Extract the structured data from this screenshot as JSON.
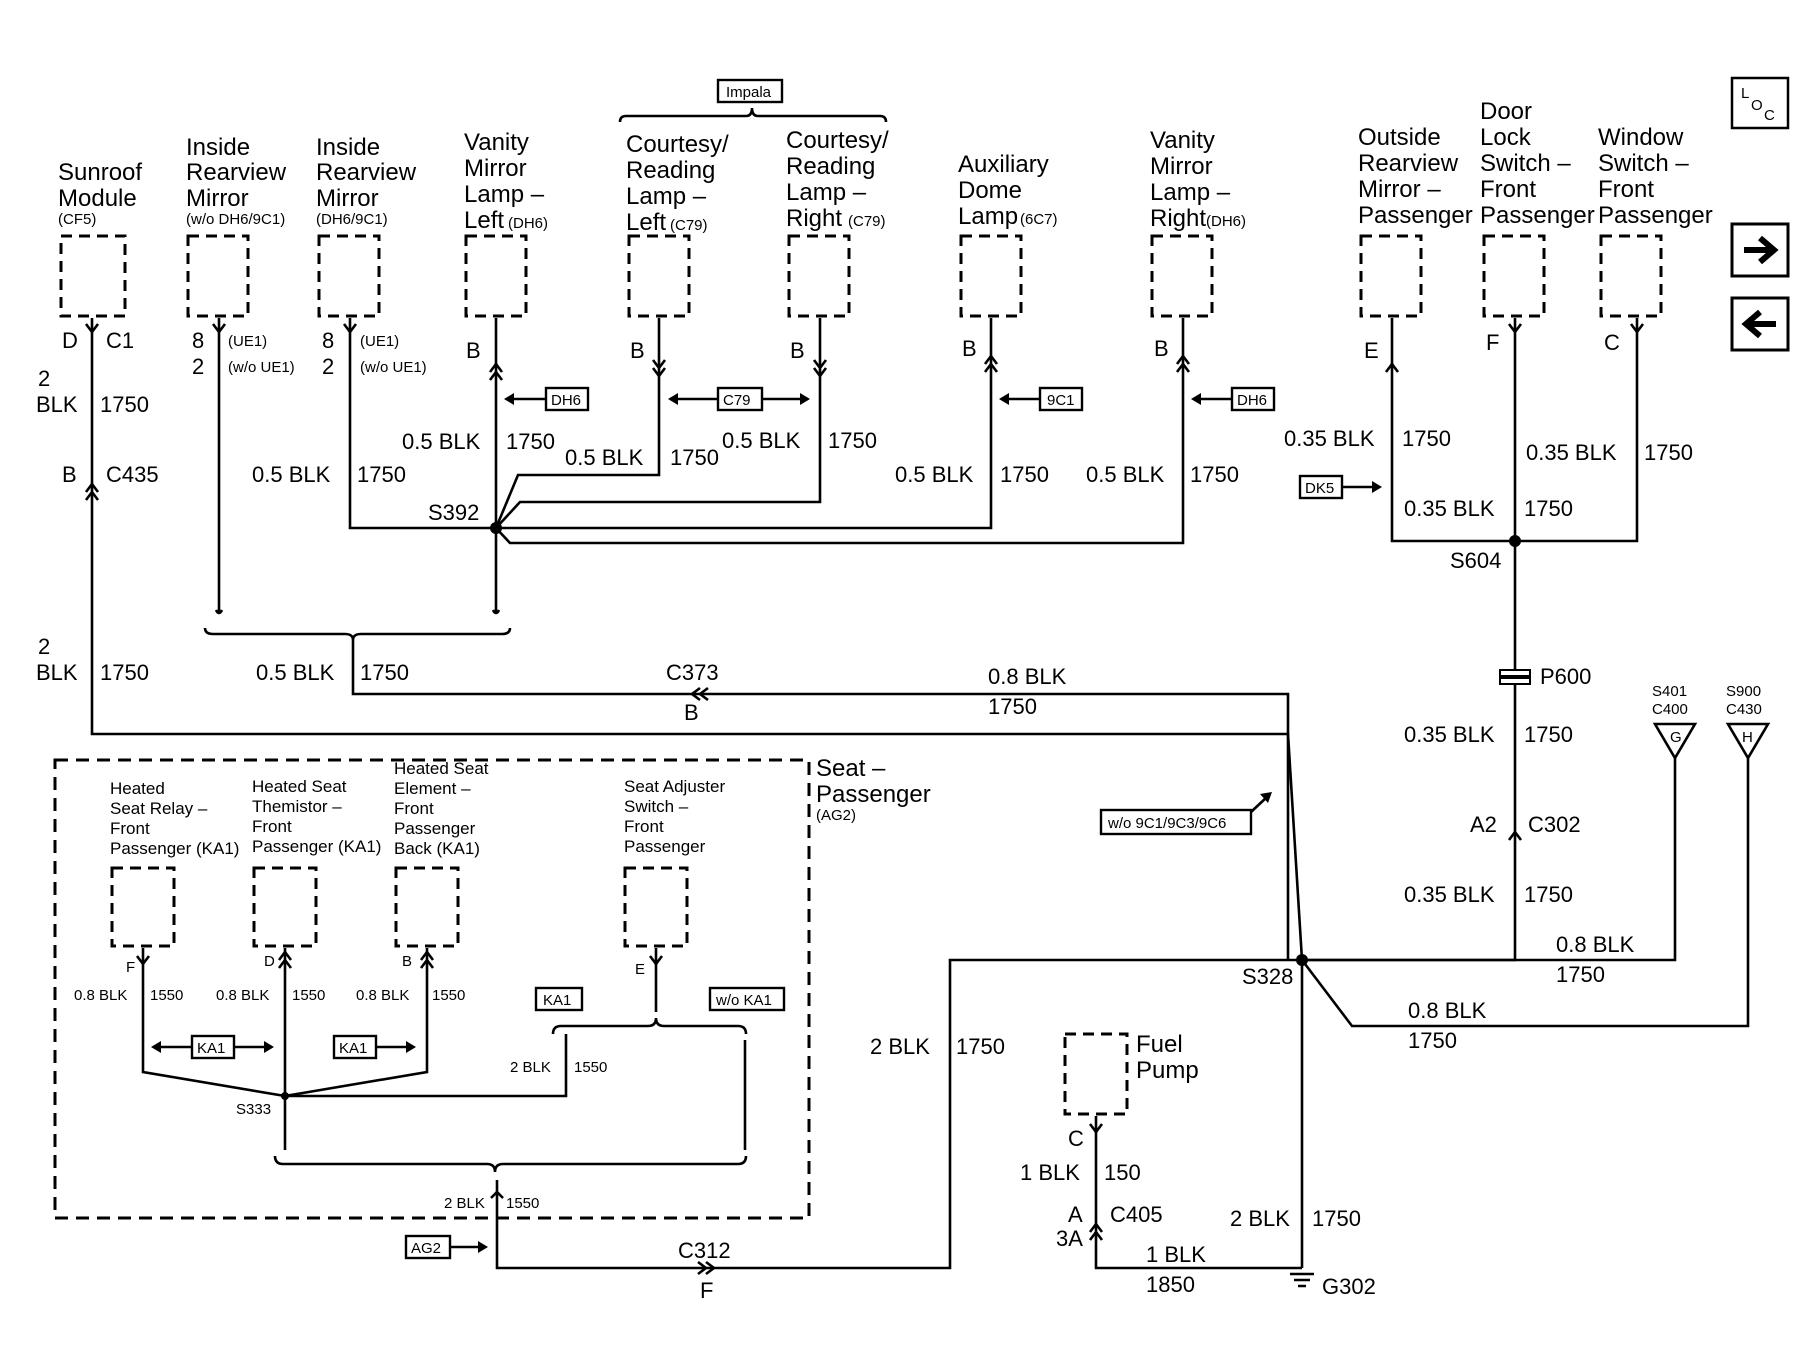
{
  "components": {
    "sunroof": {
      "line1": "Sunroof",
      "line2": "Module",
      "code": "(CF5)"
    },
    "mirror_wo": {
      "line1": "Inside",
      "line2": "Rearview",
      "line3": "Mirror",
      "code": "(w/o DH6/9C1)"
    },
    "mirror_w": {
      "line1": "Inside",
      "line2": "Rearview",
      "line3": "Mirror",
      "code": "(DH6/9C1)"
    },
    "vanity_left": {
      "line1": "Vanity",
      "line2": "Mirror",
      "line3": "Lamp –",
      "line4": "Left",
      "code": "(DH6)"
    },
    "courtesy_left": {
      "line1": "Courtesy/",
      "line2": "Reading",
      "line3": "Lamp –",
      "line4": "Left",
      "code": "(C79)"
    },
    "courtesy_right": {
      "line1": "Courtesy/",
      "line2": "Reading",
      "line3": "Lamp –",
      "line4": "Right",
      "code": "(C79)"
    },
    "aux_dome": {
      "line1": "Auxiliary",
      "line2": "Dome",
      "line3": "Lamp",
      "code": "(6C7)"
    },
    "vanity_right": {
      "line1": "Vanity",
      "line2": "Mirror",
      "line3": "Lamp –",
      "line4": "Right",
      "code": "(DH6)"
    },
    "outside_mirror": {
      "line1": "Outside",
      "line2": "Rearview",
      "line3": "Mirror –",
      "line4": "Passenger"
    },
    "door_lock": {
      "line1": "Door",
      "line2": "Lock",
      "line3": "Switch –",
      "line4": "Front",
      "line5": "Passenger"
    },
    "window_switch": {
      "line1": "Window",
      "line2": "Switch –",
      "line3": "Front",
      "line4": "Passenger"
    },
    "heated_relay": {
      "line1": "Heated",
      "line2": "Seat Relay –",
      "line3": "Front",
      "line4": "Passenger (KA1)"
    },
    "heated_thermistor": {
      "line1": "Heated Seat",
      "line2": "Themistor –",
      "line3": "Front",
      "line4": "Passenger (KA1)"
    },
    "heated_element": {
      "line1": "Heated Seat",
      "line2": "Element –",
      "line3": "Front",
      "line4": "Passenger",
      "line5": "Back (KA1)"
    },
    "seat_adjuster": {
      "line1": "Seat Adjuster",
      "line2": "Switch –",
      "line3": "Front",
      "line4": "Passenger"
    },
    "seat_group": {
      "line1": "Seat –",
      "line2": "Passenger",
      "code": "(AG2)"
    },
    "fuel_pump": {
      "line1": "Fuel",
      "line2": "Pump"
    }
  },
  "tags": {
    "impala": "Impala",
    "dh6": "DH6",
    "c79": "C79",
    "nine_c1": "9C1",
    "dh6_b": "DH6",
    "dk5": "DK5",
    "w_o_9c": "w/o 9C1/9C3/9C6",
    "ka1_a": "KA1",
    "ka1_b": "KA1",
    "ka1_c": "KA1",
    "wo_ka1": "w/o KA1",
    "ag2": "AG2"
  },
  "pins": {
    "sunroof_d": "D",
    "sunroof_c1": "C1",
    "mirror_wo_8": "8",
    "mirror_wo_2": "2",
    "mirror_wo_ue1": "(UE1)",
    "mirror_wo_woue1": "(w/o UE1)",
    "mirror_w_8": "8",
    "mirror_w_2": "2",
    "mirror_w_ue1": "(UE1)",
    "mirror_w_woue1": "(w/o UE1)",
    "vanity_left": "B",
    "courtesy_left": "B",
    "courtesy_right": "B",
    "aux_dome": "B",
    "vanity_right": "B",
    "outside_mirror": "E",
    "door_lock": "F",
    "window_switch": "C",
    "relay": "F",
    "thermistor": "D",
    "element": "B",
    "adjuster": "E",
    "fuel_pump": "C"
  },
  "wires": {
    "sunroof_gauge": "2",
    "sunroof_color": "BLK",
    "sunroof_circuit": "1750",
    "vl": "0.5 BLK",
    "vl_c": "1750",
    "cl": "0.5 BLK",
    "cl_c": "1750",
    "cr": "0.5 BLK",
    "cr_c": "1750",
    "mw": "0.5 BLK",
    "mw_c": "1750",
    "ad": "0.5 BLK",
    "ad_c": "1750",
    "vr": "0.5 BLK",
    "vr_c": "1750",
    "left_gauge": "2",
    "left_color": "BLK",
    "left_circuit": "1750",
    "mid": "0.5 BLK",
    "mid_c": "1750",
    "c373": "0.8 BLK",
    "c373_c": "1750",
    "om": "0.35 BLK",
    "om_c": "1750",
    "dl": "0.35 BLK",
    "dl_c": "1750",
    "s604_out": "0.35 BLK",
    "s604_out_c": "1750",
    "p600": "0.35 BLK",
    "p600_c": "1750",
    "c302": "0.35 BLK",
    "c302_c": "1750",
    "s401": "0.8 BLK",
    "s401_c": "1750",
    "s900": "0.8 BLK",
    "s900_c": "1750",
    "c312_up": "2 BLK",
    "c312_up_c": "1750",
    "relay": "0.8 BLK",
    "relay_c": "1550",
    "therm": "0.8 BLK",
    "therm_c": "1550",
    "elem": "0.8 BLK",
    "elem_c": "1550",
    "s333_out": "2 BLK",
    "s333_out_c": "1550",
    "seat_out": "2 BLK",
    "seat_out_c": "1550",
    "fuel": "1 BLK",
    "fuel_c": "150",
    "g302": "2 BLK",
    "g302_c": "1750",
    "c405": "1 BLK",
    "c405_c": "1850"
  },
  "connectors": {
    "c435_pin": "B",
    "c435": "C435",
    "c373": "C373",
    "c373_pin": "B",
    "p600": "P600",
    "c302_pin": "A2",
    "c302": "C302",
    "c312": "C312",
    "c312_pin": "F",
    "c405_pin_a": "A",
    "c405_pin_3a": "3A",
    "c405": "C405"
  },
  "splices": {
    "s392": "S392",
    "s604": "S604",
    "s328": "S328",
    "s333": "S333"
  },
  "grounds": {
    "g302": "G302",
    "s401": "S401",
    "c400": "C400",
    "s401_letter": "G",
    "s900": "S900",
    "c430": "C430",
    "s900_letter": "H"
  },
  "nav": {
    "loc_icon": "loc-icon",
    "next_icon": "arrow-right-icon",
    "prev_icon": "arrow-left-icon"
  }
}
